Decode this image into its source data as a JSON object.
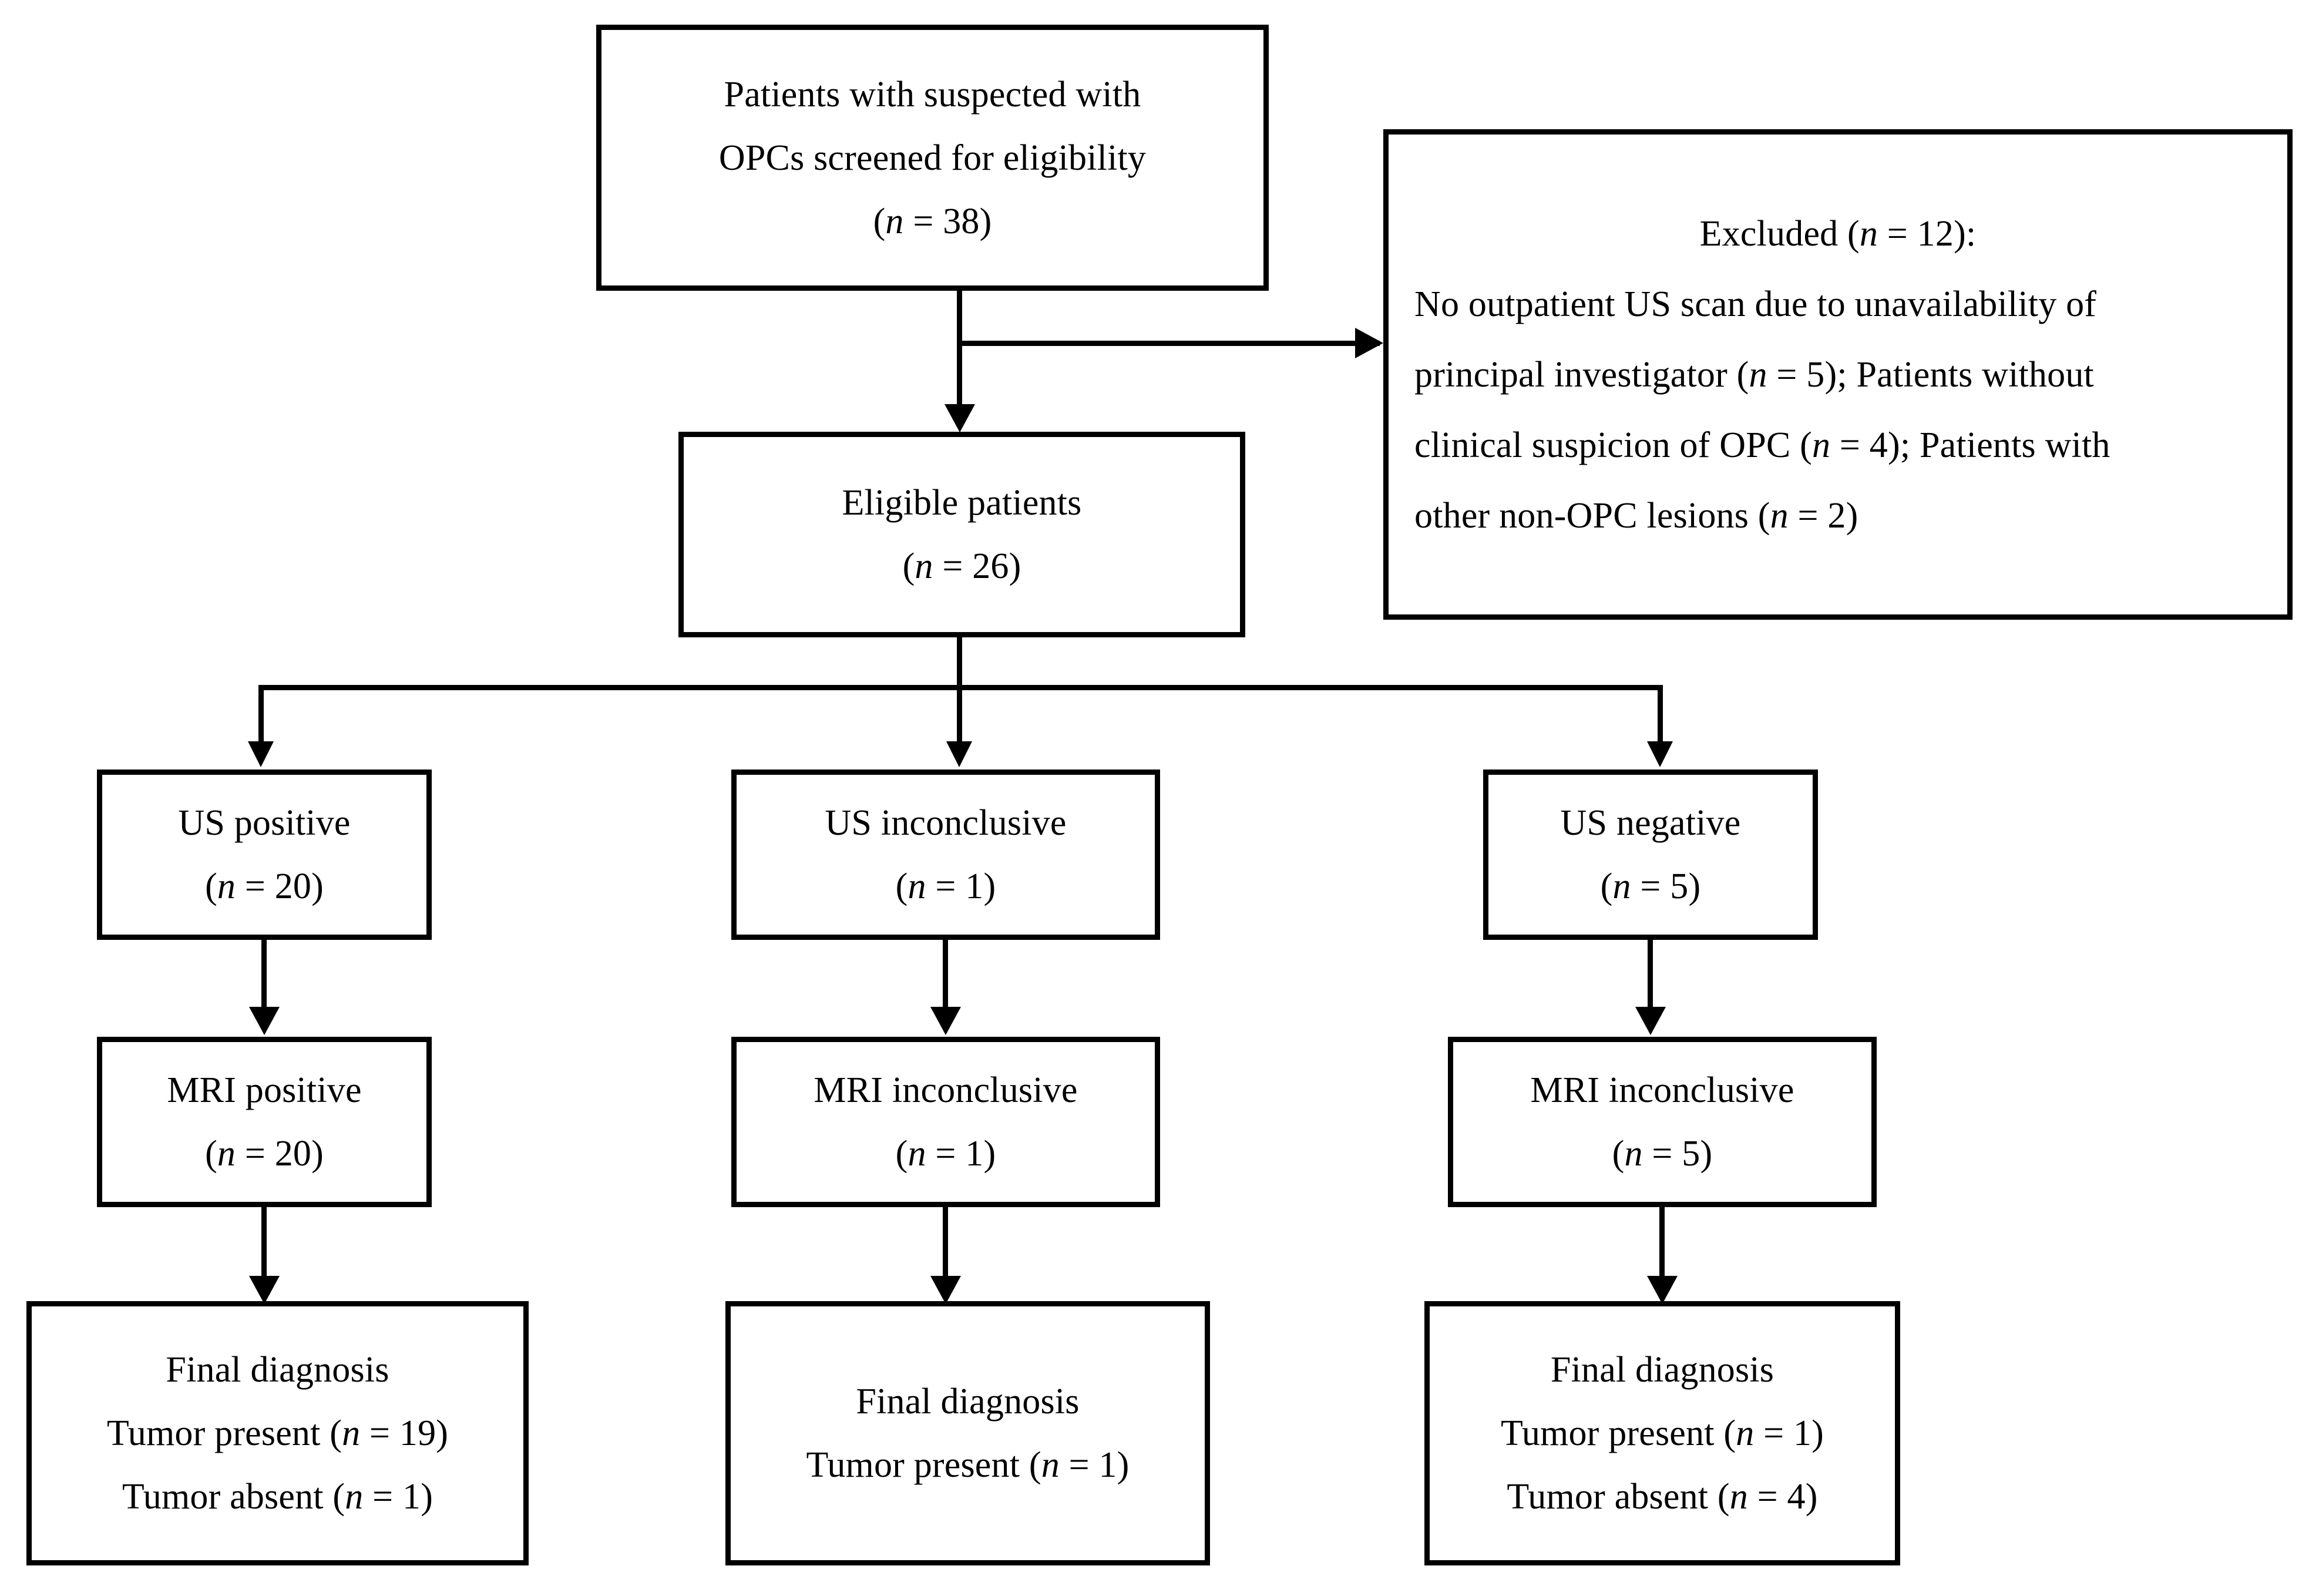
{
  "figure": {
    "type": "flowchart",
    "title": "Patient screening and diagnostic flow diagram"
  },
  "nodes": {
    "screened": {
      "line1": "Patients with suspected with",
      "line2": "OPCs screened for eligibility",
      "line3_prefix": "(",
      "line3_n": "n",
      "line3_suffix": " = 38)"
    },
    "excluded": {
      "line1_a": "Excluded (",
      "line1_n": "n",
      "line1_b": " = 12):",
      "line2": "No outpatient US scan due to unavailability of",
      "line3_a": "principal investigator (",
      "line3_n": "n",
      "line3_b": " = 5); Patients without",
      "line4_a": "clinical suspicion of OPC (",
      "line4_n": "n",
      "line4_b": " = 4); Patients with",
      "line5_a": "other non-OPC lesions (",
      "line5_n": "n",
      "line5_b": " = 2)"
    },
    "eligible": {
      "label": "Eligible patients",
      "count_prefix": "(",
      "count_n": "n",
      "count_suffix": " = 26)"
    },
    "us_positive": {
      "label": "US positive",
      "count_prefix": "(",
      "count_n": "n",
      "count_suffix": " = 20)"
    },
    "us_inconclusive": {
      "label": "US inconclusive",
      "count_prefix": "(",
      "count_n": "n",
      "count_suffix": " = 1)"
    },
    "us_negative": {
      "label": "US negative",
      "count_prefix": "(",
      "count_n": "n",
      "count_suffix": " = 5)"
    },
    "mri_positive": {
      "label": "MRI positive",
      "count_prefix": "(",
      "count_n": "n",
      "count_suffix": " = 20)"
    },
    "mri_inconclusive_mid": {
      "label": "MRI inconclusive",
      "count_prefix": "(",
      "count_n": "n",
      "count_suffix": " = 1)"
    },
    "mri_inconclusive_right": {
      "label": "MRI inconclusive",
      "count_prefix": "(",
      "count_n": "n",
      "count_suffix": " = 5)"
    },
    "final_left": {
      "title": "Final diagnosis",
      "row1_a": "Tumor present (",
      "row1_n": "n",
      "row1_b": " = 19)",
      "row2_a": "Tumor absent (",
      "row2_n": "n",
      "row2_b": " = 1)"
    },
    "final_mid": {
      "title": "Final diagnosis",
      "row1_a": "Tumor present (",
      "row1_n": "n",
      "row1_b": " = 1)"
    },
    "final_right": {
      "title": "Final diagnosis",
      "row1_a": "Tumor present (",
      "row1_n": "n",
      "row1_b": " = 1)",
      "row2_a": "Tumor absent (",
      "row2_n": "n",
      "row2_b": " = 4)"
    }
  },
  "counts": {
    "screened": 38,
    "excluded_total": 12,
    "excluded_no_us_scan": 5,
    "excluded_no_clinical_suspicion": 4,
    "excluded_other_lesions": 2,
    "eligible": 26,
    "us_positive": 20,
    "us_inconclusive": 1,
    "us_negative": 5,
    "mri_positive": 20,
    "mri_inconclusive_mid": 1,
    "mri_inconclusive_right": 5,
    "final_left_tumor_present": 19,
    "final_left_tumor_absent": 1,
    "final_mid_tumor_present": 1,
    "final_right_tumor_present": 1,
    "final_right_tumor_absent": 4
  },
  "colors": {
    "stroke": "#000000",
    "background": "#ffffff"
  }
}
